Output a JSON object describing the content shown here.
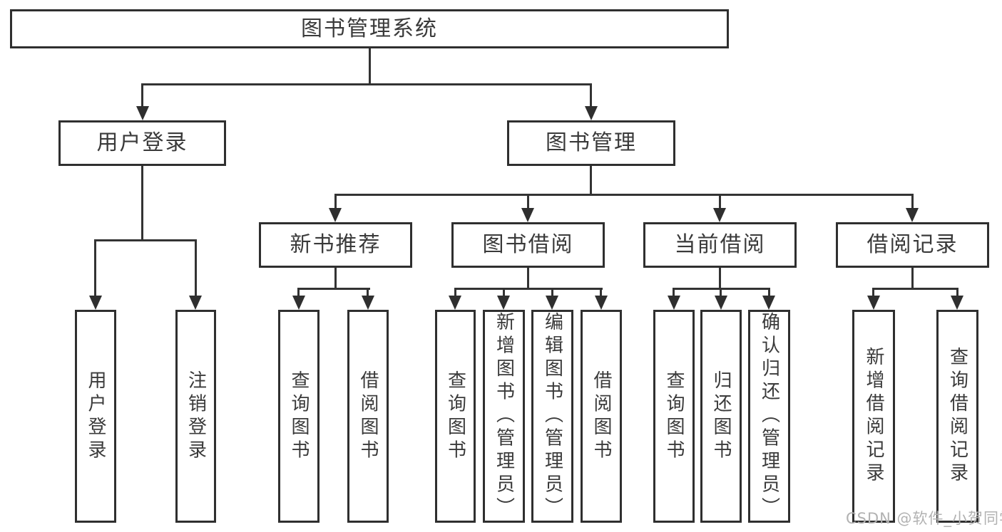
{
  "diagram": {
    "root": {
      "label": "图书管理系统"
    },
    "level1": {
      "user_login": {
        "label": "用户登录"
      },
      "book_mgmt": {
        "label": "图书管理"
      }
    },
    "level2": {
      "new_book": {
        "label": "新书推荐"
      },
      "book_borrow": {
        "label": "图书借阅"
      },
      "current_borrow": {
        "label": "当前借阅"
      },
      "borrow_record": {
        "label": "借阅记录"
      }
    },
    "leaves": {
      "user_login_leaf": "用户登录",
      "logout_leaf": "注销登录",
      "nb_query": "查询图书",
      "nb_borrow": "借阅图书",
      "bb_query": "查询图书",
      "bb_add": "新增图书（管理员）",
      "bb_edit": "编辑图书（管理员）",
      "bb_borrow": "借阅图书",
      "cb_query": "查询图书",
      "cb_return": "归还图书",
      "cb_confirm": "确认归还（管理员）",
      "br_add": "新增借阅记录",
      "br_query": "查询借阅记录"
    }
  },
  "watermark": {
    "text": "CSDN @软件_小贺同学"
  },
  "colors": {
    "line": "#333333",
    "box_border": "#2f2f2f",
    "text": "#3a3a3a",
    "watermark": "#b2b2b2",
    "background": "#ffffff"
  }
}
